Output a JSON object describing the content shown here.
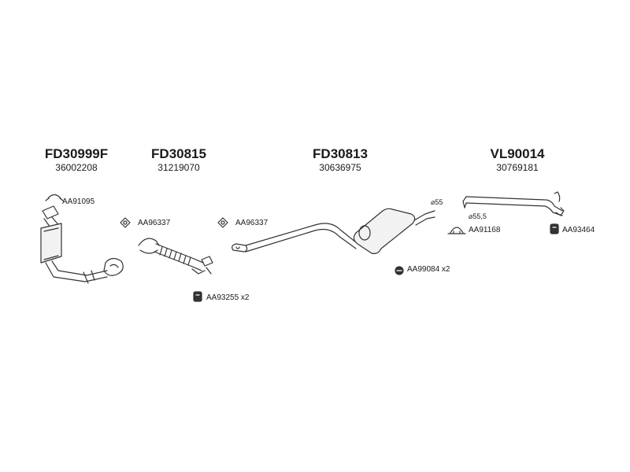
{
  "parts": [
    {
      "code": "FD30999F",
      "number": "36002208"
    },
    {
      "code": "FD30815",
      "number": "31219070"
    },
    {
      "code": "FD30813",
      "number": "30636975"
    },
    {
      "code": "VL90014",
      "number": "30769181"
    }
  ],
  "accessories": {
    "aa91095": "AA91095",
    "aa96337_a": "AA96337",
    "aa96337_b": "AA96337",
    "aa93255": "AA93255 x2",
    "aa99084": "AA99084  x2",
    "aa91168": "AA91168",
    "aa93464": "AA93464"
  },
  "dimensions": {
    "d55": "⌀55",
    "d55_5": "⌀55,5"
  },
  "colors": {
    "line": "#333333",
    "text": "#1a1a1a",
    "background": "#ffffff"
  }
}
